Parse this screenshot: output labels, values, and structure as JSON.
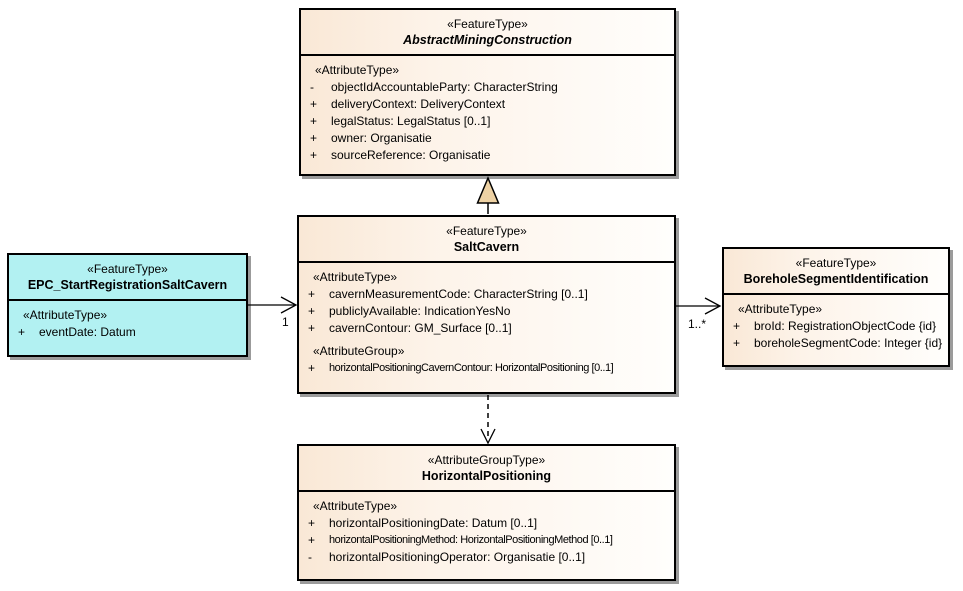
{
  "colors": {
    "box_fill_left": "#f9e8d6",
    "box_fill_right": "#fffefc",
    "event_box_fill": "#b2f1f2",
    "border": "#000000",
    "shadow": "#9b9b9b",
    "generalization_triangle_fill": "#eed2a4"
  },
  "boxes": {
    "abstract": {
      "stereotype": "«FeatureType»",
      "name": "AbstractMiningConstruction",
      "attr_header": "«AttributeType»",
      "attributes": [
        {
          "vis": "-",
          "text": "objectIdAccountableParty: CharacterString"
        },
        {
          "vis": "+",
          "text": "deliveryContext: DeliveryContext"
        },
        {
          "vis": "+",
          "text": "legalStatus: LegalStatus [0..1]"
        },
        {
          "vis": "+",
          "text": "owner: Organisatie"
        },
        {
          "vis": "+",
          "text": "sourceReference: Organisatie"
        }
      ]
    },
    "saltcavern": {
      "stereotype": "«FeatureType»",
      "name": "SaltCavern",
      "attr_header": "«AttributeType»",
      "attributes": [
        {
          "vis": "+",
          "text": "cavernMeasurementCode: CharacterString [0..1]"
        },
        {
          "vis": "+",
          "text": "publiclyAvailable: IndicationYesNo"
        },
        {
          "vis": "+",
          "text": "cavernContour: GM_Surface [0..1]"
        }
      ],
      "group_header": "«AttributeGroup»",
      "group_attributes": [
        {
          "vis": "+",
          "text": "horizontalPositioningCavernContour: HorizontalPositioning [0..1]"
        }
      ]
    },
    "epc": {
      "stereotype": "«FeatureType»",
      "name": "EPC_StartRegistrationSaltCavern",
      "attr_header": "«AttributeType»",
      "attributes": [
        {
          "vis": "+",
          "text": "eventDate: Datum"
        }
      ]
    },
    "borehole": {
      "stereotype": "«FeatureType»",
      "name": "BoreholeSegmentIdentification",
      "attr_header": "«AttributeType»",
      "attributes": [
        {
          "vis": "+",
          "text": "broId: RegistrationObjectCode {id}"
        },
        {
          "vis": "+",
          "text": "boreholeSegmentCode: Integer {id}"
        }
      ]
    },
    "horizontal": {
      "stereotype": "«AttributeGroupType»",
      "name": "HorizontalPositioning",
      "attr_header": "«AttributeType»",
      "attributes": [
        {
          "vis": "+",
          "text": "horizontalPositioningDate: Datum [0..1]"
        },
        {
          "vis": "+",
          "text": "horizontalPositioningMethod: HorizontalPositioningMethod [0..1]"
        },
        {
          "vis": "-",
          "text": "horizontalPositioningOperator: Organisatie [0..1]"
        }
      ]
    }
  },
  "connectors": {
    "epc_to_saltcavern_multiplicity": "1",
    "saltcavern_to_borehole_multiplicity": "1..*"
  }
}
